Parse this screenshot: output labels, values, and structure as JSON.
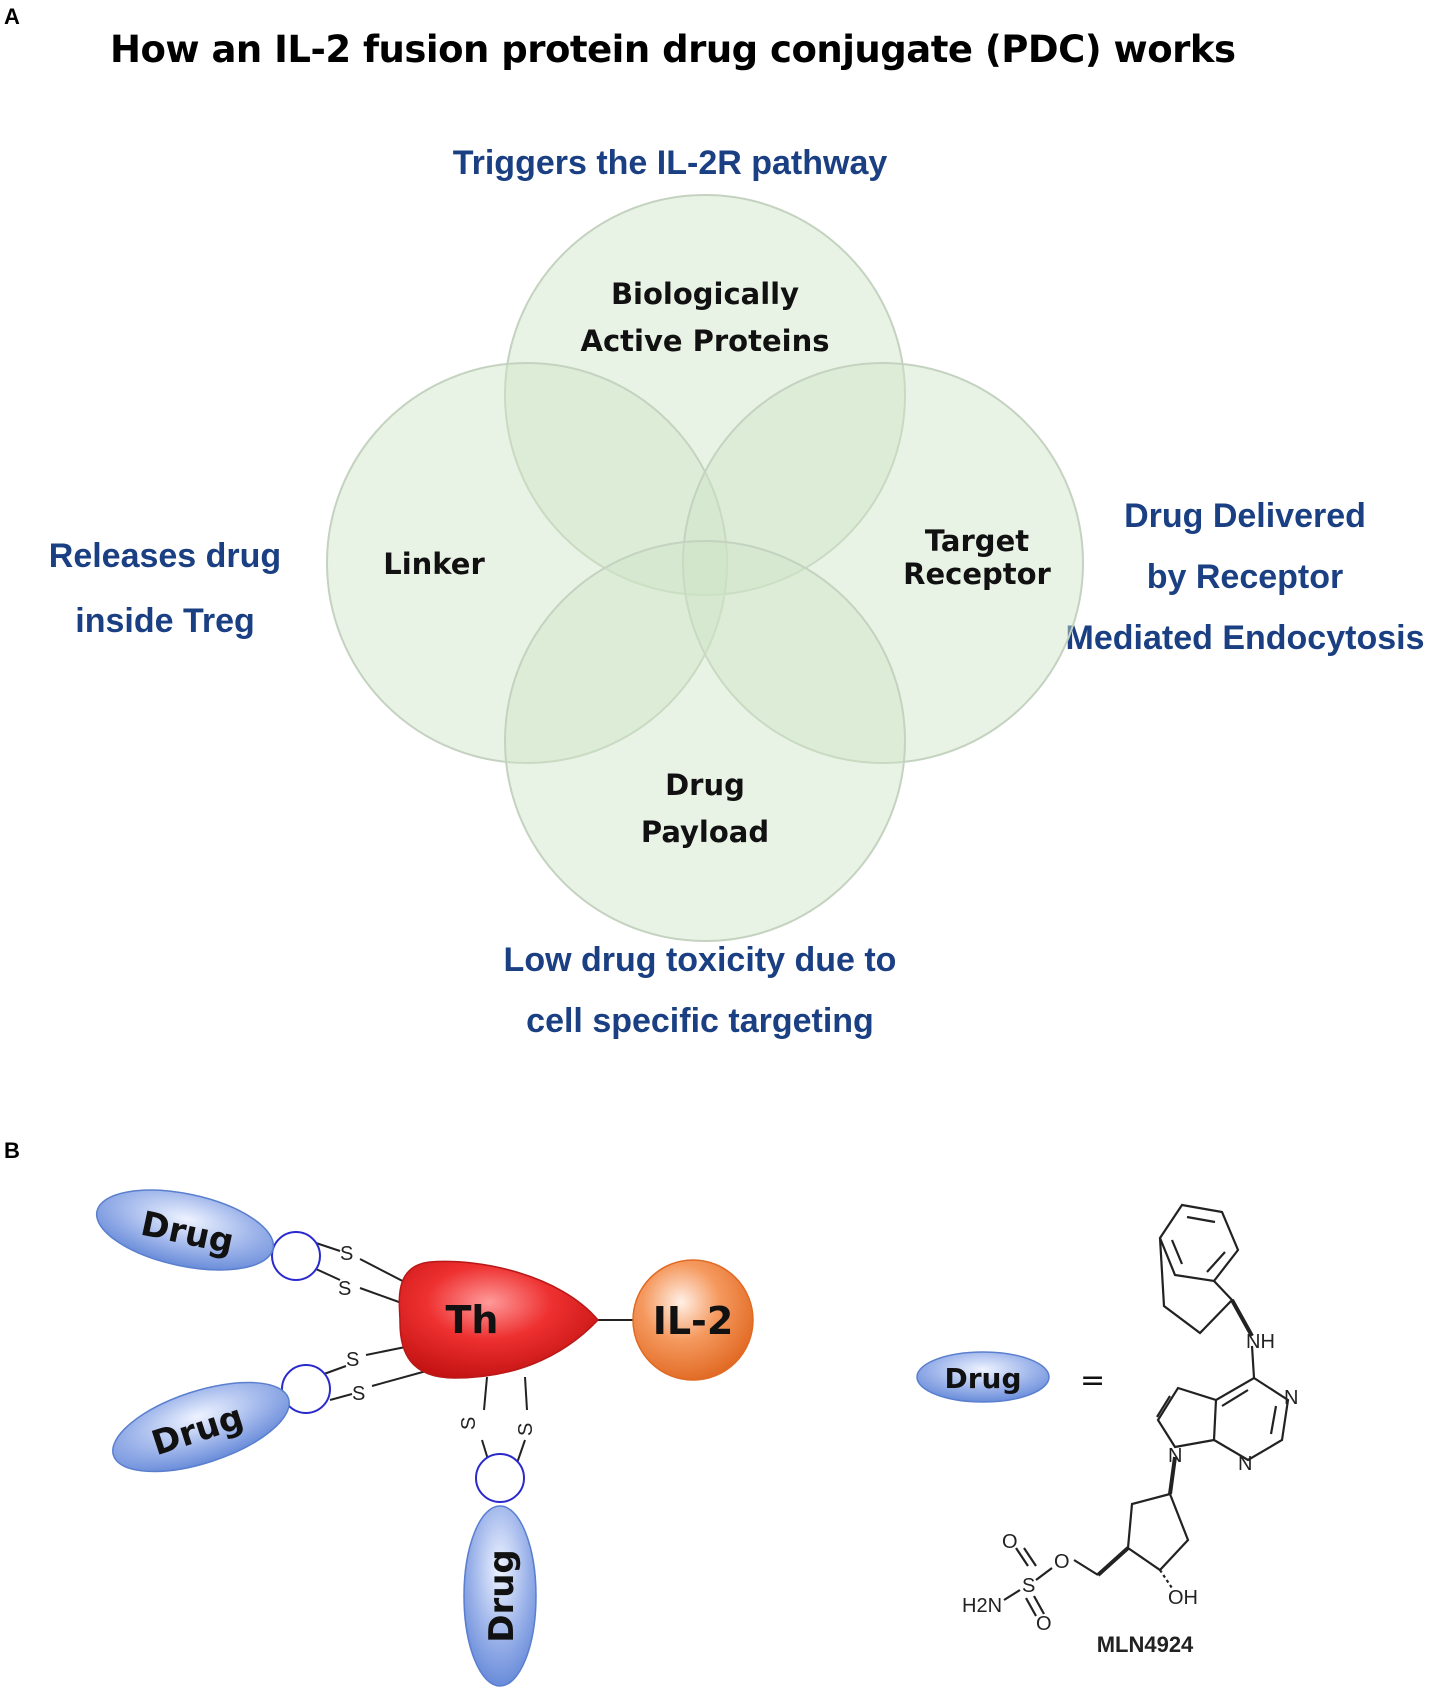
{
  "panel_a": {
    "letter": "A",
    "title": "How an IL-2 fusion protein drug conjugate (PDC) works",
    "circles": {
      "top": [
        "Biologically",
        "Active Proteins"
      ],
      "left": [
        "Linker"
      ],
      "right": [
        "Target",
        "Receptor"
      ],
      "bottom": [
        "Drug",
        "Payload"
      ]
    },
    "callouts": {
      "top": [
        "Triggers the IL-2R pathway"
      ],
      "left": [
        "Releases drug",
        "inside Treg"
      ],
      "right": [
        "Drug Delivered",
        "by Receptor",
        "Mediated Endocytosis"
      ],
      "bottom": [
        "Low drug toxicity due to",
        "cell specific targeting"
      ]
    },
    "colors": {
      "callout": "#1a3f82",
      "circle_fill": "#cfe5c5",
      "circle_stroke": "#c4d2c0"
    }
  },
  "panel_b": {
    "letter": "B",
    "th_label": "Th",
    "il2_label": "IL-2",
    "drug_label": "Drug",
    "sulfur": "S",
    "equals": "=",
    "molecule": {
      "name": "MLN4924",
      "atoms": {
        "nh": "NH",
        "n": "N",
        "o": "O",
        "s": "S",
        "oh": "OH",
        "h2n": "H2N"
      }
    },
    "colors": {
      "th": "#e8292b",
      "il2": "#f07c3a",
      "drug": "#7f9fe0",
      "ring": "#2a2acc"
    }
  }
}
